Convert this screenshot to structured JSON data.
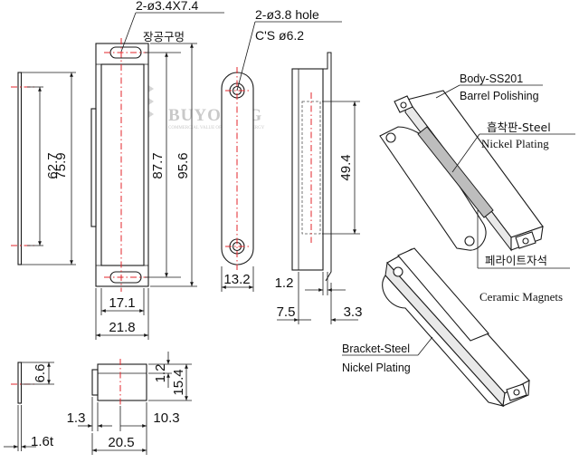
{
  "watermark": {
    "brand": "BUYOUNG",
    "tagline": "COMMERCIAL VALUE OF CREATION ENERGY"
  },
  "dimensions": {
    "side_height_inner": "62.7",
    "side_height_outer": "75.9",
    "front_hole_pitch": "87.7",
    "front_height": "95.6",
    "front_width_inner": "17.1",
    "front_width_outer": "21.8",
    "bracket_width": "13.2",
    "magnet_length": "49.4",
    "wall_thickness": "1.2",
    "profile_depth": "7.5",
    "profile_offset": "3.3",
    "bottom_side_height": "6.6",
    "bottom_front_height_small": "1.2",
    "bottom_front_height": "15.4",
    "bottom_left_offset": "1.3",
    "bottom_mid_offset": "10.3",
    "bottom_width": "20.5",
    "plate_thickness": "1.6t"
  },
  "notes": {
    "slot_spec": "2-ø3.4X7.4",
    "slot_korean": "장공구멍",
    "hole_spec": "2-ø3.8 hole",
    "countersink": "C'S ø6.2"
  },
  "callouts": {
    "body_material": "Body-SS201",
    "body_finish": "Barrel Polishing",
    "plate_korean": "흡착판-Steel",
    "plate_finish": "Nickel Plating",
    "magnet_korean": "페라이트자석",
    "magnet_material": "Ceramic Magnets",
    "bracket_material": "Bracket-Steel",
    "bracket_finish": "Nickel Plating"
  }
}
